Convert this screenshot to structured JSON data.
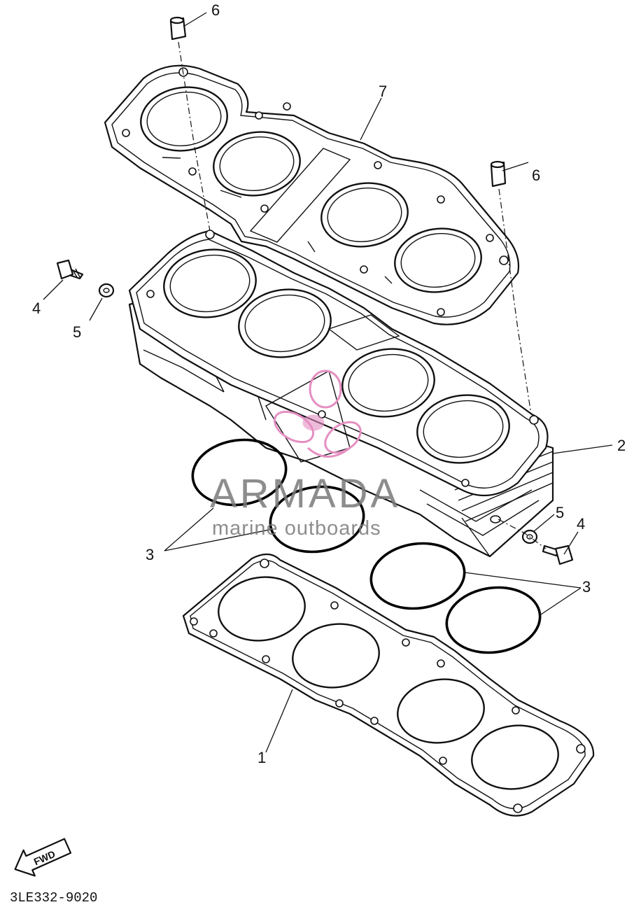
{
  "diagram": {
    "drawing_code": "3LE332-9020",
    "fwd_label": "FWD",
    "callouts": [
      {
        "id": "gasket-top",
        "label": "7"
      },
      {
        "id": "dowel-top",
        "label": "6"
      },
      {
        "id": "dowel-right",
        "label": "6"
      },
      {
        "id": "bolt-left",
        "label": "4"
      },
      {
        "id": "washer-left",
        "label": "5"
      },
      {
        "id": "cylinder",
        "label": "2"
      },
      {
        "id": "washer-right",
        "label": "5"
      },
      {
        "id": "bolt-right",
        "label": "4"
      },
      {
        "id": "orings-left",
        "label": "3"
      },
      {
        "id": "orings-right",
        "label": "3"
      },
      {
        "id": "gasket-bottom",
        "label": "1"
      }
    ]
  },
  "watermark": {
    "brand": "ARMADA",
    "tagline": "marine outboards",
    "logo_color": "#e58fc2",
    "text_color": "#7a7a7a"
  }
}
